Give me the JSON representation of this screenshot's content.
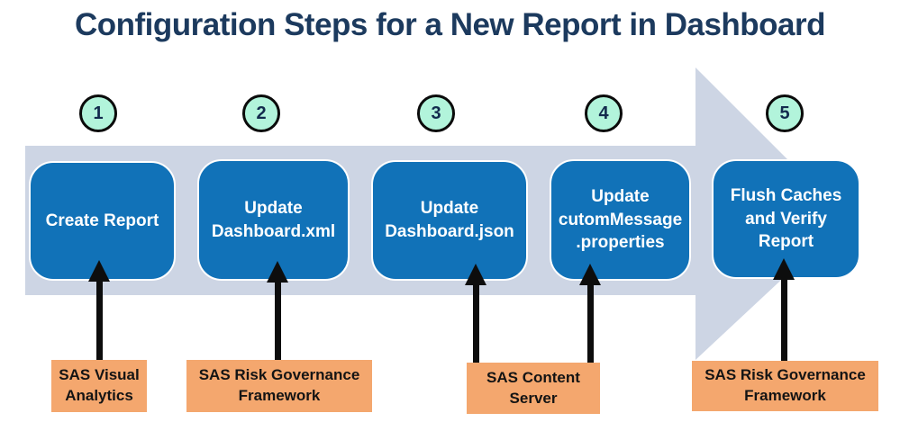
{
  "title": "Configuration Steps for a New Report in Dashboard",
  "colors": {
    "title-color": "#1C3A5E",
    "band": "#CDD5E4",
    "step-fill": "#1172B8",
    "step-text": "#FFFFFF",
    "circle-fill": "#B2F4DB",
    "circle-border": "#0B0B0B",
    "circle-text": "#122A4D",
    "tool-fill": "#F4A76E",
    "tool-text": "#141414",
    "connector": "#0D0D0D"
  },
  "steps": [
    {
      "number": "1",
      "label": "Create Report"
    },
    {
      "number": "2",
      "label": "Update Dashboard.xml"
    },
    {
      "number": "3",
      "label": "Update Dashboard.json"
    },
    {
      "number": "4",
      "label": "Update cutomMessage .properties"
    },
    {
      "number": "5",
      "label": "Flush Caches and Verify Report"
    }
  ],
  "tools": [
    {
      "label": "SAS Visual Analytics",
      "points_to_steps": [
        1
      ]
    },
    {
      "label": "SAS Risk Governance Framework",
      "points_to_steps": [
        2
      ]
    },
    {
      "label": "SAS Content Server",
      "points_to_steps": [
        3,
        4
      ]
    },
    {
      "label": "SAS Risk Governance Framework",
      "points_to_steps": [
        5
      ]
    }
  ]
}
